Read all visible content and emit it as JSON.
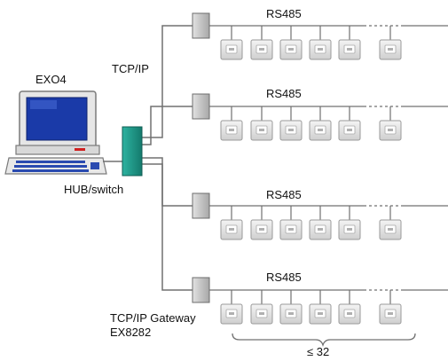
{
  "labels": {
    "computer": "EXO4",
    "protocol_tcp": "TCP/IP",
    "hub": "HUB/switch",
    "bus": "RS485",
    "gateway_line1": "TCP/IP Gateway",
    "gateway_line2": "EX8282",
    "max_devices": "≤ 32"
  },
  "colors": {
    "line": "#707070",
    "hub": "#1f9a8a",
    "gateway": "#c8c8c8",
    "screen": "#1a3aa8"
  },
  "bus_count": 4,
  "devices_per_bus_drawn": 6
}
